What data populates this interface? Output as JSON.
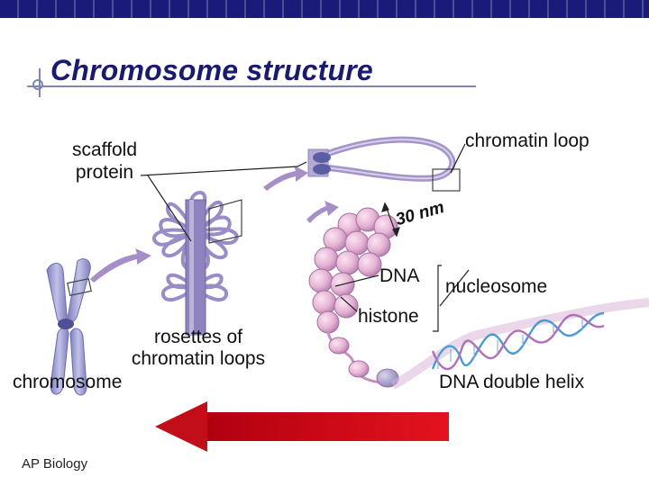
{
  "slide": {
    "title": "Chromosome structure",
    "footer": "AP Biology"
  },
  "labels": {
    "scaffold_line1": "scaffold",
    "scaffold_line2": "protein",
    "chromatin_loop": "chromatin loop",
    "thirty_nm": "30 nm",
    "dna": "DNA",
    "nucleosome": "nucleosome",
    "histone": "histone",
    "rosettes_line1": "rosettes of",
    "rosettes_line2": "chromatin loops",
    "chromosome": "chromosome",
    "double_helix": "DNA double helix"
  },
  "colors": {
    "banner": "#1a1a7a",
    "title": "#1a1a70",
    "rule": "#7f86b5",
    "structure_purple": "#9a8cc4",
    "nucleosome_pink": "#e8b8d6",
    "arrow_red": "#d8121e"
  }
}
